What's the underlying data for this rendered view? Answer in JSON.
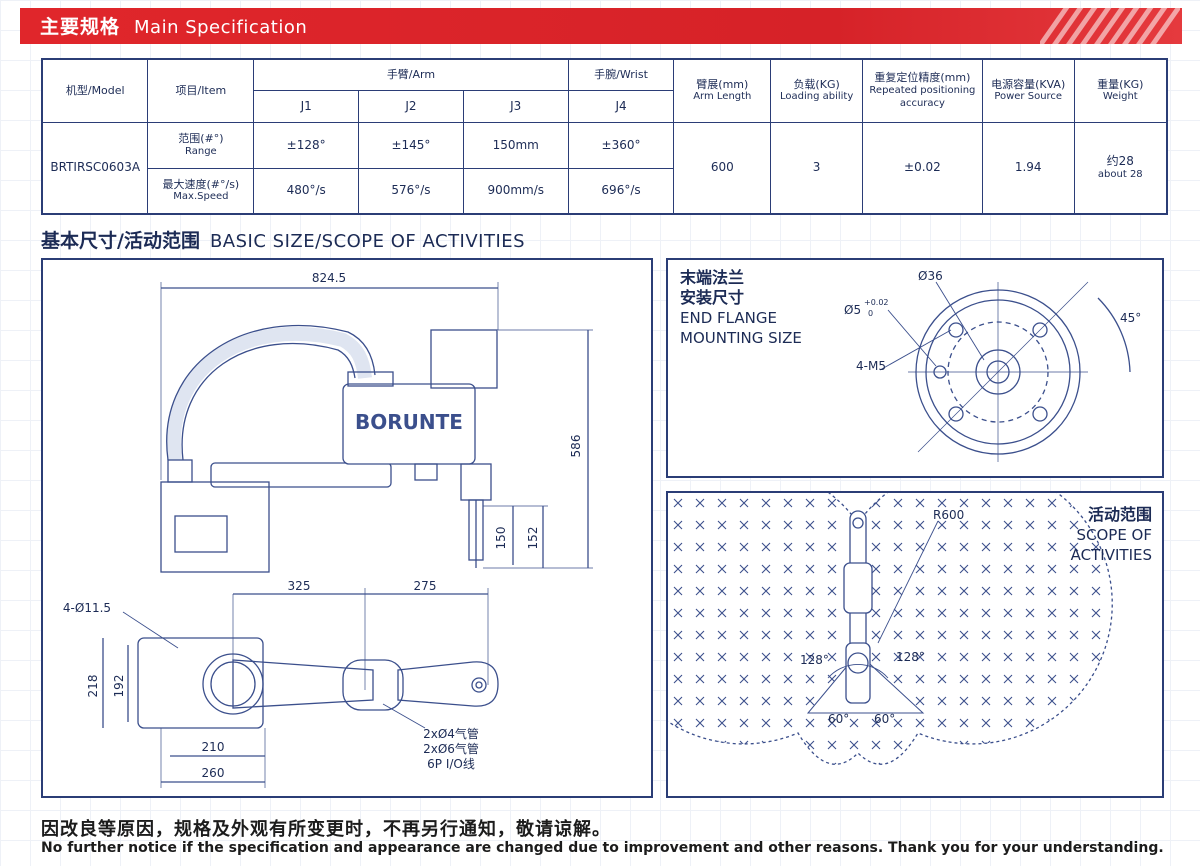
{
  "header": {
    "title_cn": "主要规格",
    "title_en": "Main Specification"
  },
  "spec_table": {
    "model_header": "机型/Model",
    "item_header": "项目/Item",
    "arm_header": "手臂/Arm",
    "wrist_header": "手腕/Wrist",
    "j1": "J1",
    "j2": "J2",
    "j3": "J3",
    "j4": "J4",
    "arm_length_header_cn": "臂展(mm)",
    "arm_length_header_en": "Arm Length",
    "load_header_cn": "负载(KG)",
    "load_header_en": "Loading ability",
    "repeat_header_cn": "重复定位精度(mm)",
    "repeat_header_en": "Repeated positioning accuracy",
    "power_header_cn": "电源容量(KVA)",
    "power_header_en": "Power Source",
    "weight_header_cn": "重量(KG)",
    "weight_header_en": "Weight",
    "model": "BRTIRSC0603A",
    "range_label_cn": "范围(#°)",
    "range_label_en": "Range",
    "speed_label_cn": "最大速度(#°/s)",
    "speed_label_en": "Max.Speed",
    "range_j1": "±128°",
    "range_j2": "±145°",
    "range_j3": "150mm",
    "range_j4": "±360°",
    "speed_j1": "480°/s",
    "speed_j2": "576°/s",
    "speed_j3": "900mm/s",
    "speed_j4": "696°/s",
    "arm_length": "600",
    "load": "3",
    "repeat": "±0.02",
    "power": "1.94",
    "weight_cn": "约28",
    "weight_en": "about 28"
  },
  "section": {
    "title_cn": "基本尺寸/活动范围",
    "title_en": "BASIC SIZE/SCOPE OF ACTIVITIES"
  },
  "basic_size": {
    "brand": "BORUNTE",
    "dim_width": "824.5",
    "dim_height": "586",
    "dim_150": "150",
    "dim_152": "152",
    "dim_325": "325",
    "dim_275": "275",
    "dim_holes": "4-Ø11.5",
    "dim_218": "218",
    "dim_192": "192",
    "dim_210": "210",
    "dim_260": "260",
    "cable_1": "2xØ4气管",
    "cable_2": "2xØ6气管",
    "cable_3": "6P I/O线"
  },
  "flange": {
    "title_cn_1": "末端法兰",
    "title_cn_2": "安装尺寸",
    "title_en_1": "END FLANGE",
    "title_en_2": "MOUNTING SIZE",
    "dim_36": "Ø36",
    "dim_5": "Ø5",
    "dim_5_tol_upper": "+0.02",
    "dim_5_tol_lower": "0",
    "dim_m5": "4-M5",
    "dim_45": "45°"
  },
  "scope": {
    "title_cn": "活动范围",
    "title_en_1": "SCOPE OF",
    "title_en_2": "ACTIVITIES",
    "dim_r600": "R600",
    "angle_left": "128°",
    "angle_right": "128°",
    "angle_60_left": "60°",
    "angle_60_right": "60°"
  },
  "footer": {
    "notice_cn": "因改良等原因，规格及外观有所变更时，不再另行通知，敬请谅解。",
    "notice_en": "No further notice if the specification and appearance are changed due to improvement and other reasons. Thank you for your understanding."
  },
  "colors": {
    "accent_red": "#e0262b",
    "line_navy": "#2b3d76",
    "drawing_blue": "#3b4f8c"
  }
}
